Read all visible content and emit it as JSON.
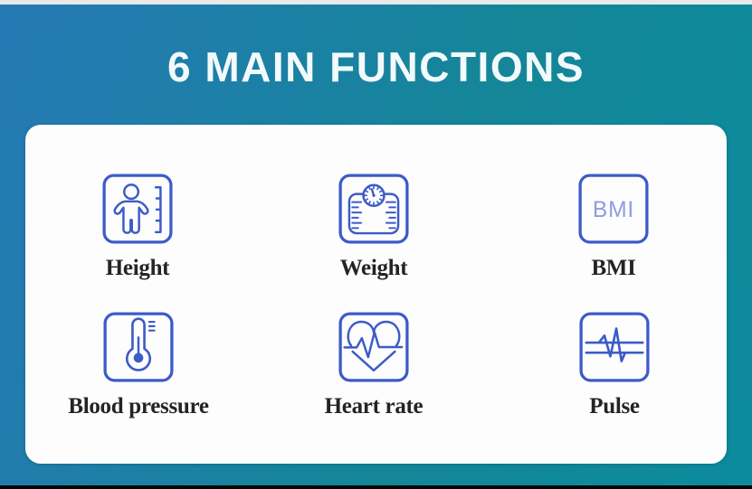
{
  "title": "6 MAIN FUNCTIONS",
  "functions": [
    {
      "label": "Height",
      "icon": "height-ruler-icon"
    },
    {
      "label": "Weight",
      "icon": "weight-scale-icon"
    },
    {
      "label": "BMI",
      "icon": "bmi-icon",
      "icon_text": "BMI"
    },
    {
      "label": "Blood pressure",
      "icon": "thermometer-icon"
    },
    {
      "label": "Heart rate",
      "icon": "heart-ecg-icon"
    },
    {
      "label": "Pulse",
      "icon": "pulse-wave-icon"
    }
  ],
  "colors": {
    "background_left": "#2679b5",
    "background_right": "#0c8b9e",
    "icon_stroke": "#3d5bc7",
    "bmi_text": "#8e9ce2",
    "card_background": "#fdfdfe",
    "label_text": "#242424",
    "title_text": "#f2fafb",
    "top_strip": "#e8e9e9",
    "bottom_strip": "#070707"
  }
}
